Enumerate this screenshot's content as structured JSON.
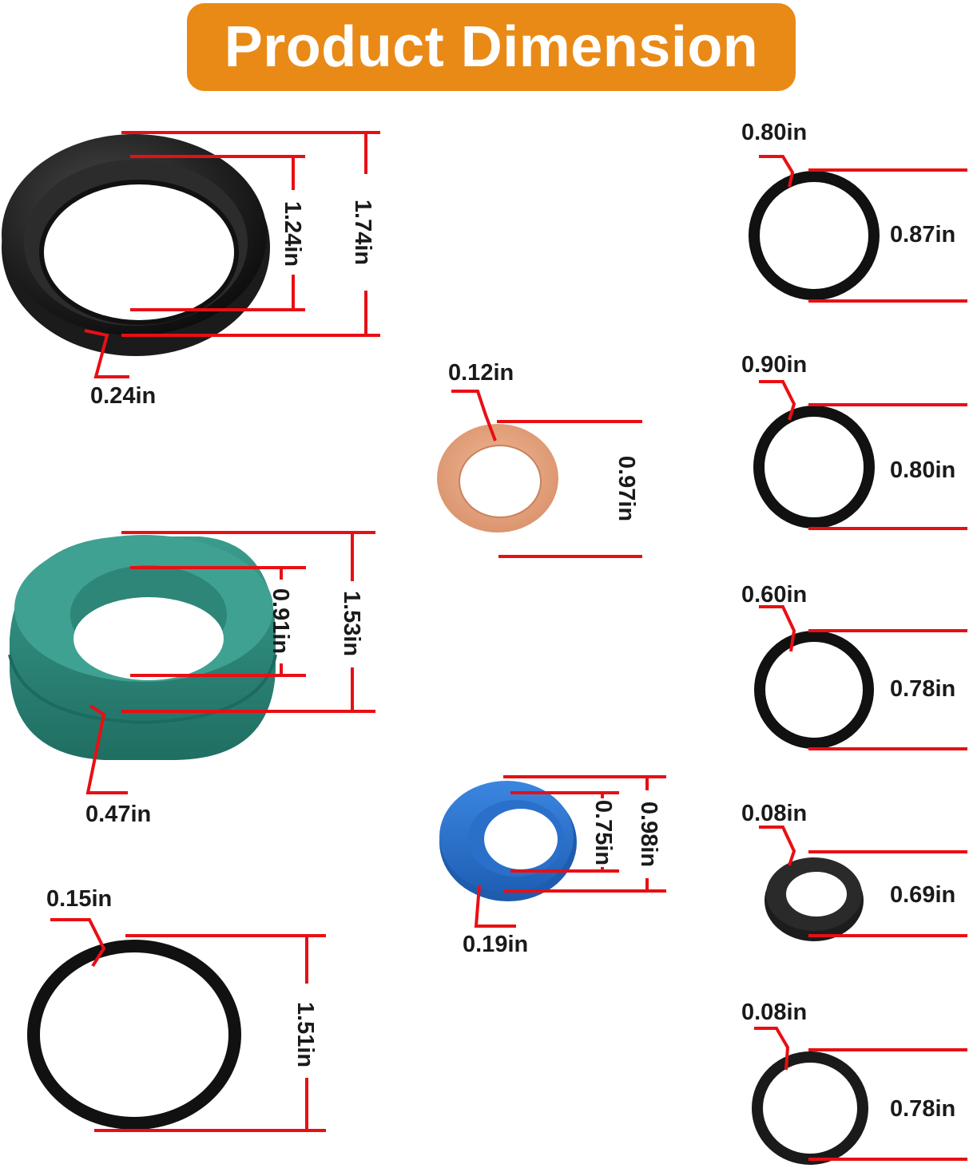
{
  "banner": {
    "title": "Product Dimension",
    "color": "#e98a17"
  },
  "colors": {
    "dimension_line": "#e80f14",
    "oil_seal": "#232323",
    "green_seal": "#2f8a7c",
    "copper_washer": "#e4a27e",
    "blue_seal": "#2a73d0",
    "o_ring": "#101010"
  },
  "parts": {
    "oil_seal": {
      "inner": "1.24in",
      "outer": "1.74in",
      "thickness": "0.24in"
    },
    "green_seal": {
      "inner": "0.91in",
      "outer": "1.53in",
      "thickness": "0.47in"
    },
    "large_o_ring": {
      "thickness": "0.15in",
      "outer": "1.51in"
    },
    "copper_washer": {
      "thickness": "0.12in",
      "outer": "0.97in"
    },
    "blue_seal": {
      "inner": "0.75in",
      "outer": "0.98in",
      "thickness": "0.19in"
    },
    "o_ring_1": {
      "thickness": "0.80in",
      "outer": "0.87in"
    },
    "o_ring_2": {
      "thickness": "0.90in",
      "outer": "0.80in"
    },
    "o_ring_3": {
      "thickness": "0.60in",
      "outer": "0.78in"
    },
    "o_ring_4": {
      "thickness": "0.08in",
      "outer": "0.69in"
    },
    "o_ring_5": {
      "thickness": "0.08in",
      "outer": "0.78in"
    }
  }
}
